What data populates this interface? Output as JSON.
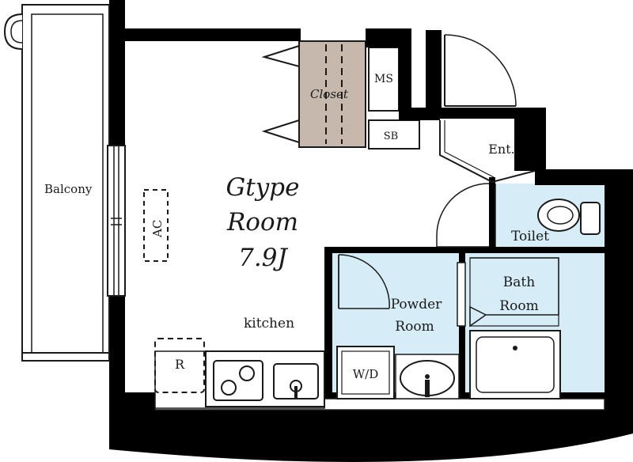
{
  "plan": {
    "type": "Gtype",
    "room_label": "Room",
    "room_size": "7.9J",
    "labels": {
      "balcony": "Balcony",
      "ac": "AC",
      "closet": "Closet",
      "ms": "MS",
      "sb": "SB",
      "ent": "Ent.",
      "toilet": "Toilet",
      "bath_line1": "Bath",
      "bath_line2": "Room",
      "powder_line1": "Powder",
      "powder_line2": "Room",
      "kitchen": "kitchen",
      "fridge": "R",
      "washer": "W/D"
    },
    "colors": {
      "wall": "#000000",
      "wet_area": "#d6ecf7",
      "closet": "#c7b8ad",
      "line": "#1a1a1a"
    }
  }
}
